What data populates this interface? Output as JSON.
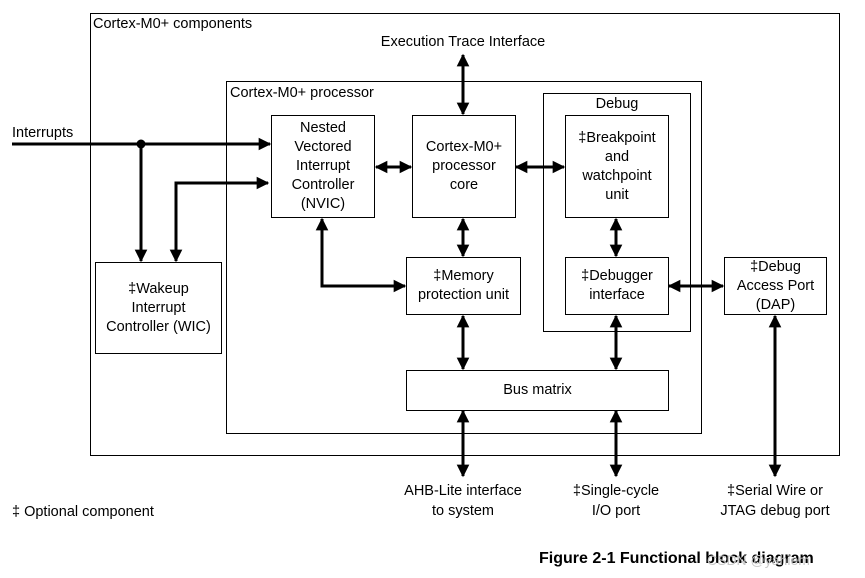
{
  "containers": {
    "components": "Cortex-M0+ components",
    "processor": "Cortex-M0+ processor",
    "debug": "Debug"
  },
  "blocks": {
    "nvic": "Nested\nVectored\nInterrupt\nController\n(NVIC)",
    "core": "Cortex-M0+\nprocessor\ncore",
    "breakpoint": "‡Breakpoint\nand\nwatchpoint\nunit",
    "wic": "‡Wakeup\nInterrupt\nController (WIC)",
    "mpu": "‡Memory\nprotection unit",
    "debugger_if": "‡Debugger\ninterface",
    "dap": "‡Debug\nAccess Port\n(DAP)",
    "bus_matrix": "Bus matrix"
  },
  "labels": {
    "trace": "Execution Trace Interface",
    "interrupts": "Interrupts",
    "ahb": "AHB-Lite interface\nto system",
    "io_port": "‡Single-cycle\nI/O port",
    "serial_wire": "‡Serial Wire or\nJTAG debug port",
    "optional": "‡ Optional component"
  },
  "caption": "Figure 2-1 Functional block diagram",
  "watermark": "CSDN @yahiem"
}
